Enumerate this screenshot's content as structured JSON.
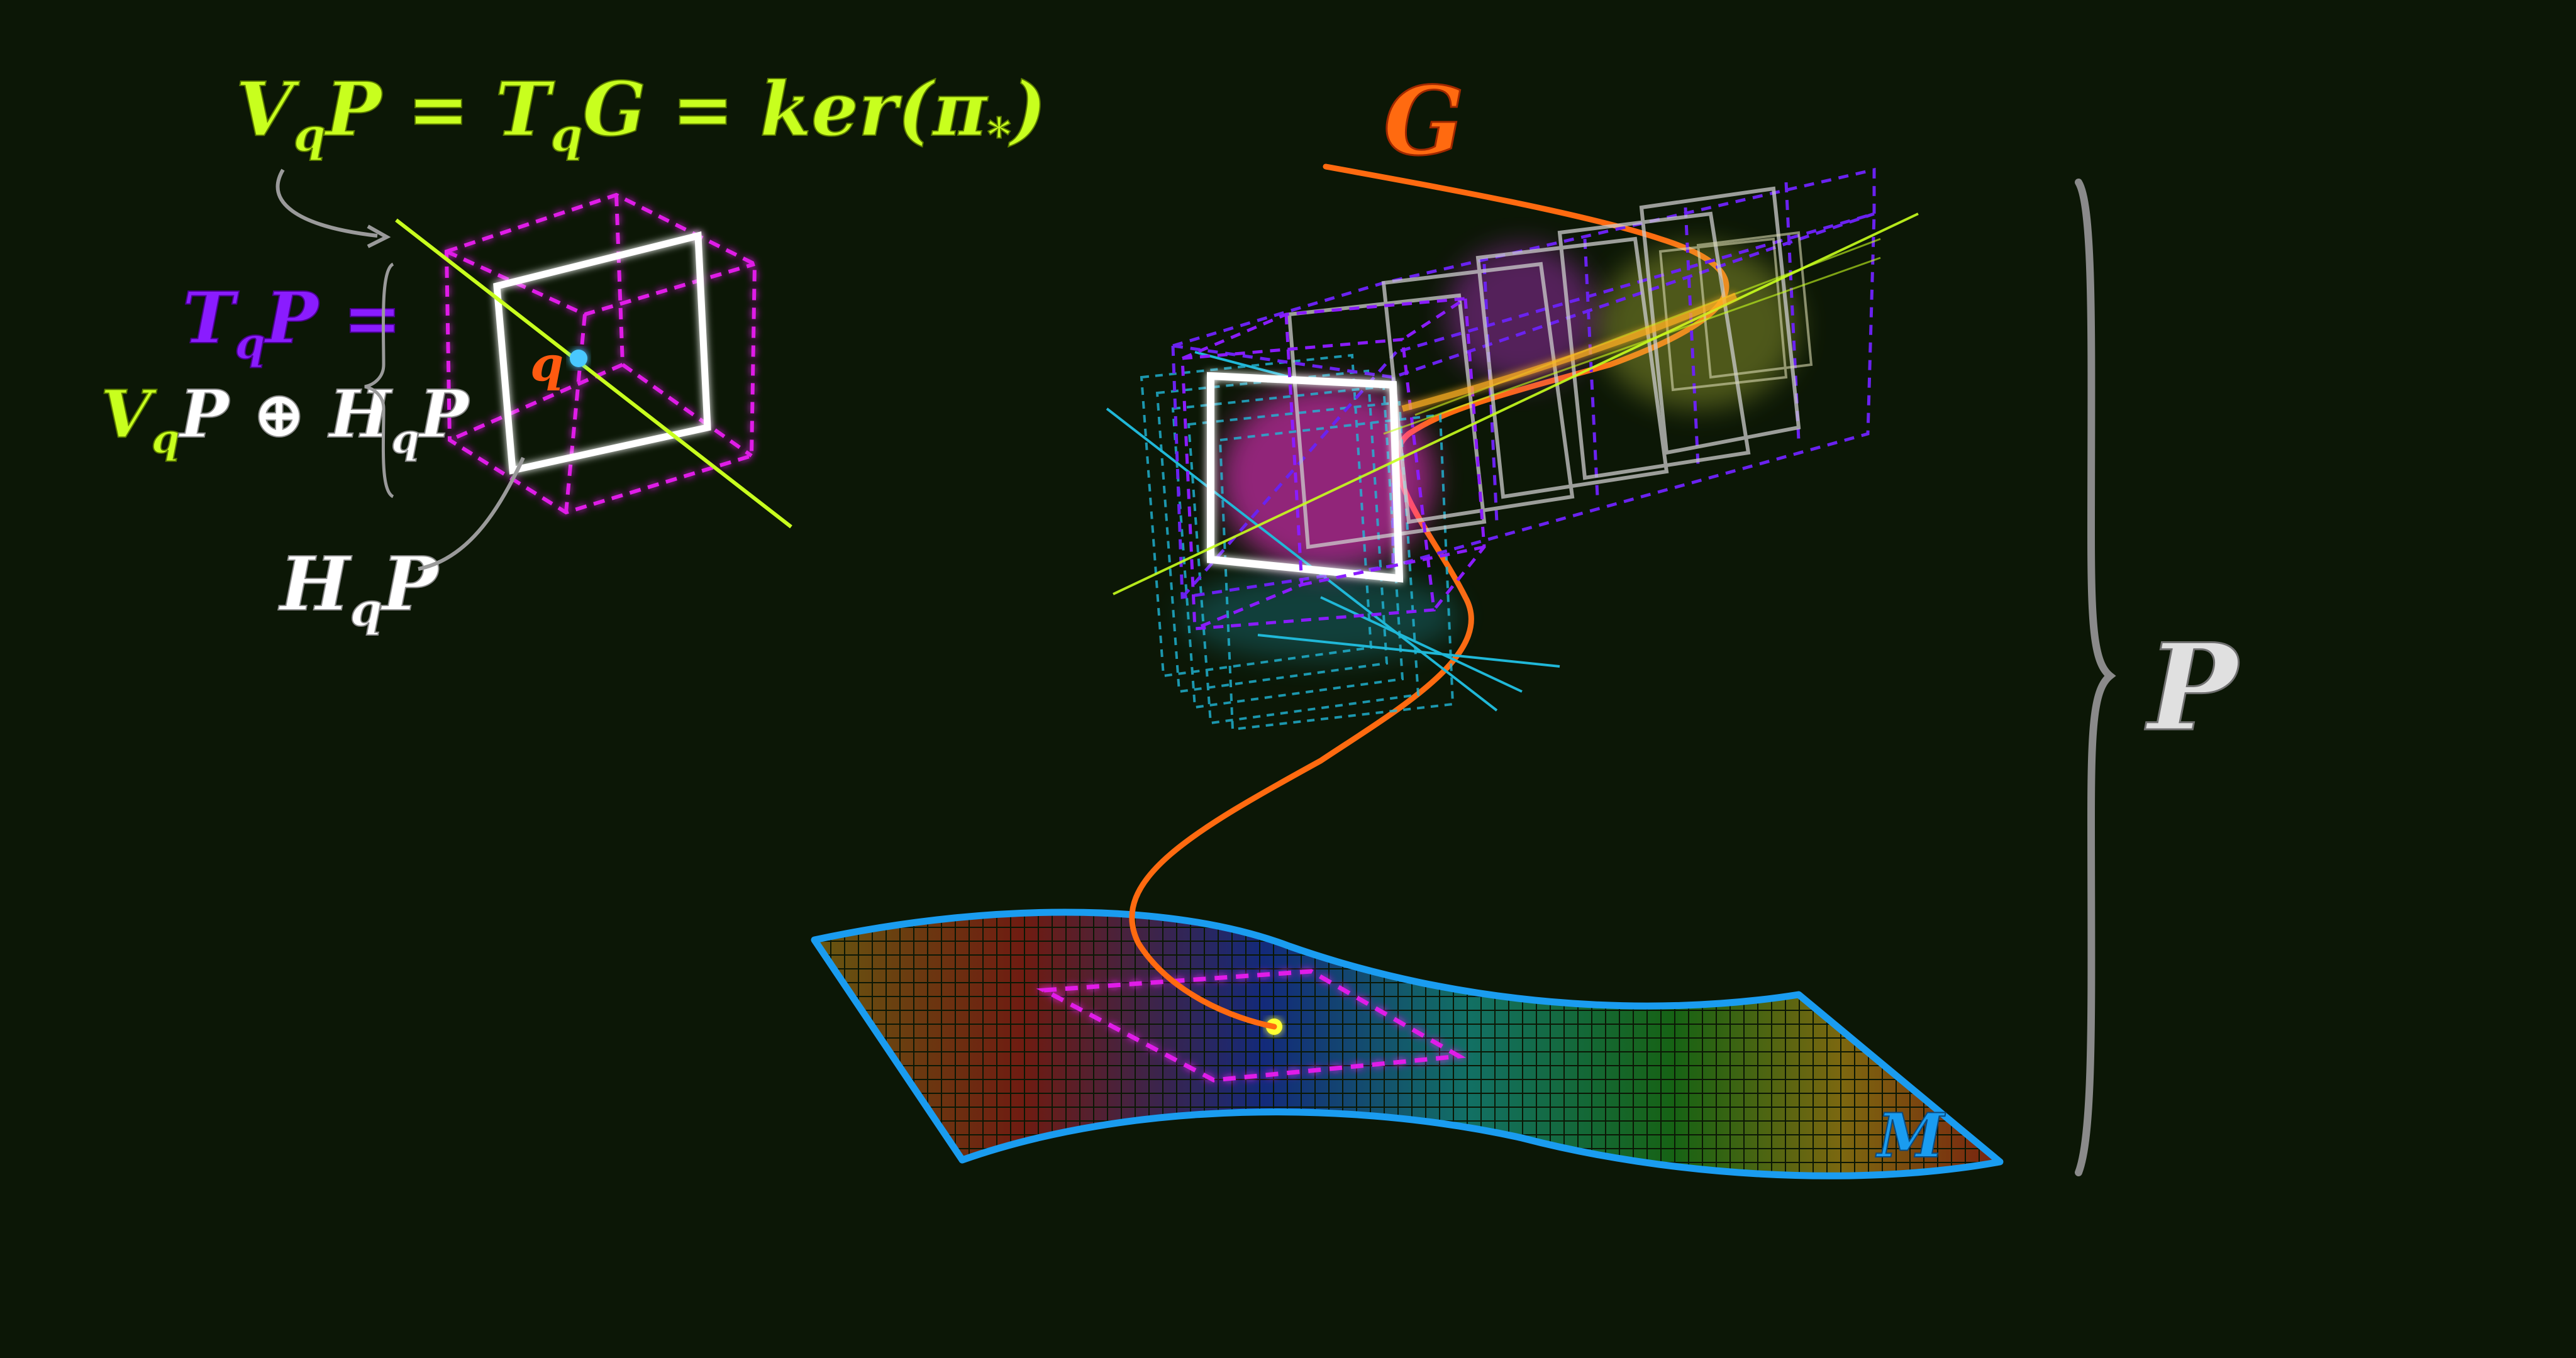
{
  "labels": {
    "vertical_eq_V": "V",
    "vertical_eq_sub_q1": "q",
    "vertical_eq_P": "P = T",
    "vertical_eq_sub_q2": "q",
    "vertical_eq_rest": "G = ker(π",
    "vertical_eq_star": "*",
    "vertical_eq_close": ")",
    "tangent_T": "T",
    "tangent_sub_q": "q",
    "tangent_rest": "P =",
    "sum_V": "V",
    "sum_sub_q1": "q",
    "sum_mid": "P ⊕ H",
    "sum_sub_q2": "q",
    "sum_P": "P",
    "horizontal_H": "H",
    "horizontal_sub_q": "q",
    "horizontal_P": "P",
    "point_q": "q",
    "fiber_G": "G",
    "bundle_P": "P",
    "base_M": "M"
  },
  "colors": {
    "background": "#0c1706",
    "vertical": "#c8ff1e",
    "tangent": "#8a1cff",
    "horizontal": "#ffffff",
    "fiber_curve": "#ff6a10",
    "base_outline": "#1a9cf0",
    "cube_dash": "#e01ee8",
    "bracket": "#8a8a8a",
    "point_q": "#ff5a10",
    "point_dot": "#4ac8ff",
    "base_point": "#ffff30",
    "cyan_frames": "#20b8d8"
  }
}
